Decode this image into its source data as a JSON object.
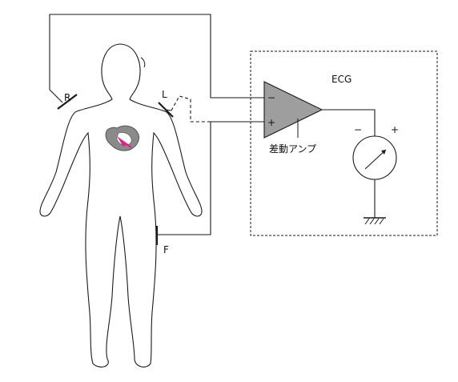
{
  "labels": {
    "electrode_r": "R",
    "electrode_l": "L",
    "electrode_f": "F",
    "ecg_title": "ECG",
    "amp_minus": "−",
    "amp_plus": "+",
    "amp_name": "差動アンプ",
    "meter_minus": "−",
    "meter_plus": "+"
  },
  "colors": {
    "line": "#1a1a1a",
    "amplifier_fill": "#9e9e9e",
    "heart_fill": "#8a8a8a",
    "heart_highlight": "#e0218a",
    "background": "#ffffff"
  },
  "icons": {
    "meter": "galvanometer-icon",
    "ground": "ground-icon"
  }
}
